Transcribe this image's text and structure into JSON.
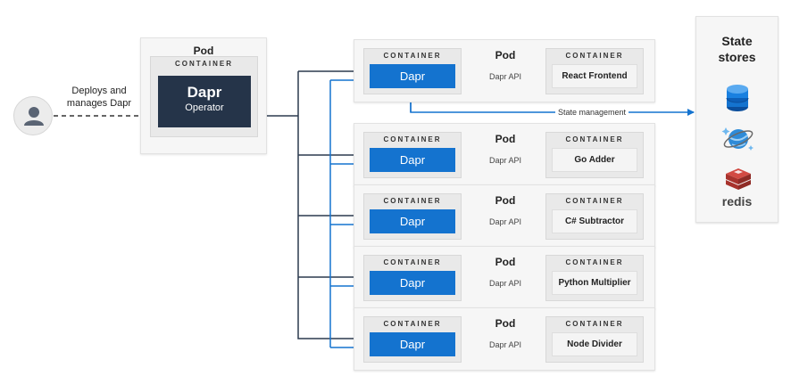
{
  "user": {
    "note": "Deploys and\nmanages Dapr"
  },
  "operator_pod": {
    "title": "Pod",
    "container_label": "CONTAINER",
    "name": "Dapr",
    "subtitle": "Operator"
  },
  "app_pods": [
    {
      "title": "Pod",
      "sidecar_container_label": "CONTAINER",
      "sidecar": "Dapr",
      "api_label": "Dapr API",
      "app_container_label": "CONTAINER",
      "app": "React Frontend"
    },
    {
      "title": "Pod",
      "sidecar_container_label": "CONTAINER",
      "sidecar": "Dapr",
      "api_label": "Dapr API",
      "app_container_label": "CONTAINER",
      "app": "Go Adder"
    },
    {
      "title": "Pod",
      "sidecar_container_label": "CONTAINER",
      "sidecar": "Dapr",
      "api_label": "Dapr API",
      "app_container_label": "CONTAINER",
      "app": "C# Subtractor"
    },
    {
      "title": "Pod",
      "sidecar_container_label": "CONTAINER",
      "sidecar": "Dapr",
      "api_label": "Dapr API",
      "app_container_label": "CONTAINER",
      "app": "Python Multiplier"
    },
    {
      "title": "Pod",
      "sidecar_container_label": "CONTAINER",
      "sidecar": "Dapr",
      "api_label": "Dapr API",
      "app_container_label": "CONTAINER",
      "app": "Node Divider"
    }
  ],
  "state_management_label": "State management",
  "state_stores": {
    "title": "State\nstores",
    "icons": [
      "database-icon",
      "cosmos-db-icon",
      "redis-icon"
    ],
    "redis_label": "redis"
  },
  "colors": {
    "dapr_blue": "#1473cf",
    "operator_navy": "#253449",
    "wire_dark": "#2b3a4f",
    "wire_blue": "#1473cf"
  }
}
